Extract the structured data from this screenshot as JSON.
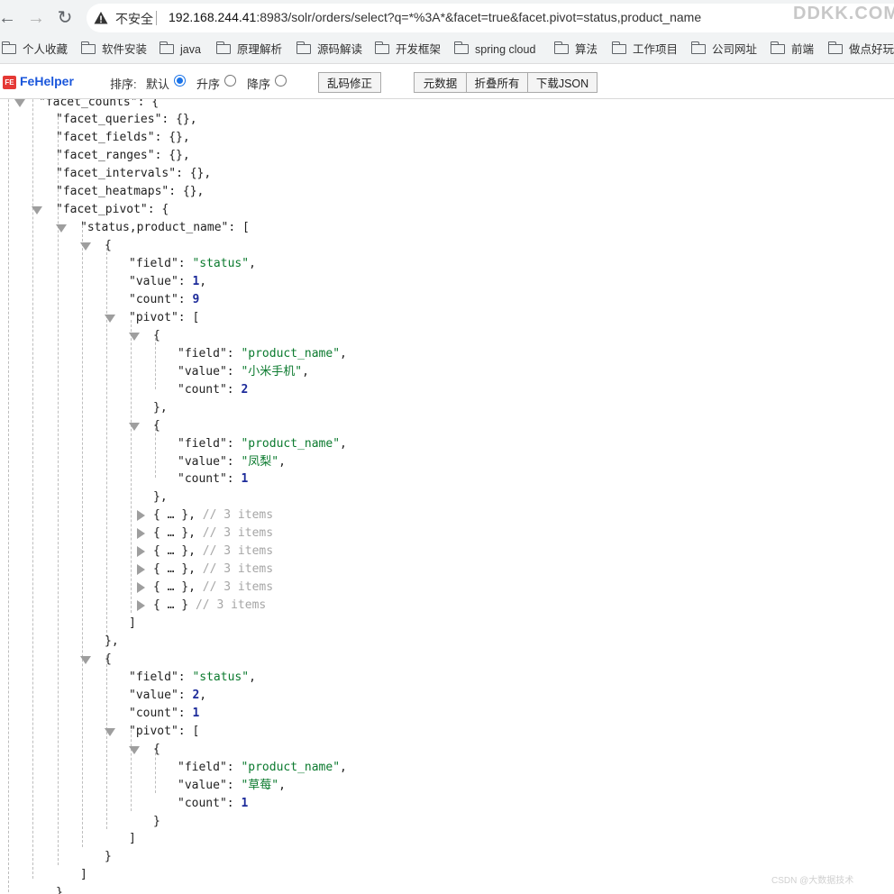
{
  "browser": {
    "not_secure": "不安全",
    "url_host": "192.168.244.41",
    "url_rest": ":8983/solr/orders/select?q=*%3A*&facet=true&facet.pivot=status,product_name",
    "watermark": "DDKK.COM"
  },
  "bookmarks": [
    {
      "label": "个人收藏"
    },
    {
      "label": "软件安装"
    },
    {
      "label": "java"
    },
    {
      "label": "原理解析"
    },
    {
      "label": "源码解读"
    },
    {
      "label": "开发框架"
    },
    {
      "label": "spring cloud"
    },
    {
      "label": "算法"
    },
    {
      "label": "工作项目"
    },
    {
      "label": "公司网址"
    },
    {
      "label": "前端"
    },
    {
      "label": "做点好玩"
    }
  ],
  "fehelper": {
    "logo": "FE",
    "name": "FeHelper",
    "sort_label": "排序:",
    "sort_options": [
      {
        "label": "默认",
        "checked": true
      },
      {
        "label": "升序",
        "checked": false
      },
      {
        "label": "降序",
        "checked": false
      }
    ],
    "buttons": {
      "fix_encoding": "乱码修正",
      "metadata": "元数据",
      "collapse_all": "折叠所有",
      "download_json": "下载JSON"
    }
  },
  "json_lines": [
    {
      "text": "\"facet_counts\": {"
    },
    {
      "key": "facet_queries",
      "value": "{},"
    },
    {
      "key": "facet_fields",
      "value": "{},"
    },
    {
      "key": "facet_ranges",
      "value": "{},"
    },
    {
      "key": "facet_intervals",
      "value": "{},"
    },
    {
      "key": "facet_heatmaps",
      "value": "{},"
    },
    {
      "key": "facet_pivot",
      "value": "{"
    },
    {
      "key": "status,product_name",
      "value": "["
    },
    {
      "text": "{"
    },
    {
      "key": "field",
      "str": "status"
    },
    {
      "key": "value",
      "num": "1"
    },
    {
      "key": "count",
      "num": "9"
    },
    {
      "key": "pivot",
      "value": "["
    },
    {
      "text": "{"
    },
    {
      "key": "field",
      "str": "product_name"
    },
    {
      "key": "value",
      "str": "小米手机"
    },
    {
      "key": "count",
      "num": "2"
    },
    {
      "text": "},"
    },
    {
      "text": "{"
    },
    {
      "key": "field",
      "str": "product_name"
    },
    {
      "key": "value",
      "str": "凤梨"
    },
    {
      "key": "count",
      "num": "1"
    },
    {
      "text": "},"
    },
    {
      "collapsed": "{ … },",
      "comment": "// 3 items"
    },
    {
      "collapsed": "{ … },",
      "comment": "// 3 items"
    },
    {
      "collapsed": "{ … },",
      "comment": "// 3 items"
    },
    {
      "collapsed": "{ … },",
      "comment": "// 3 items"
    },
    {
      "collapsed": "{ … },",
      "comment": "// 3 items"
    },
    {
      "collapsed": "{ … }",
      "comment": "// 3 items"
    },
    {
      "text": "]"
    },
    {
      "text": "},"
    },
    {
      "text": "{"
    },
    {
      "key": "field",
      "str": "status"
    },
    {
      "key": "value",
      "num": "2"
    },
    {
      "key": "count",
      "num": "1"
    },
    {
      "key": "pivot",
      "value": "["
    },
    {
      "text": "{"
    },
    {
      "key": "field",
      "str": "product_name"
    },
    {
      "key": "value",
      "str": "草莓"
    },
    {
      "key": "count",
      "num": "1"
    },
    {
      "text": "}"
    },
    {
      "text": "]"
    },
    {
      "text": "}"
    },
    {
      "text": "]"
    },
    {
      "text": "}"
    },
    {
      "text": "}"
    }
  ],
  "watermark_bottom": "CSDN @大数据技术"
}
